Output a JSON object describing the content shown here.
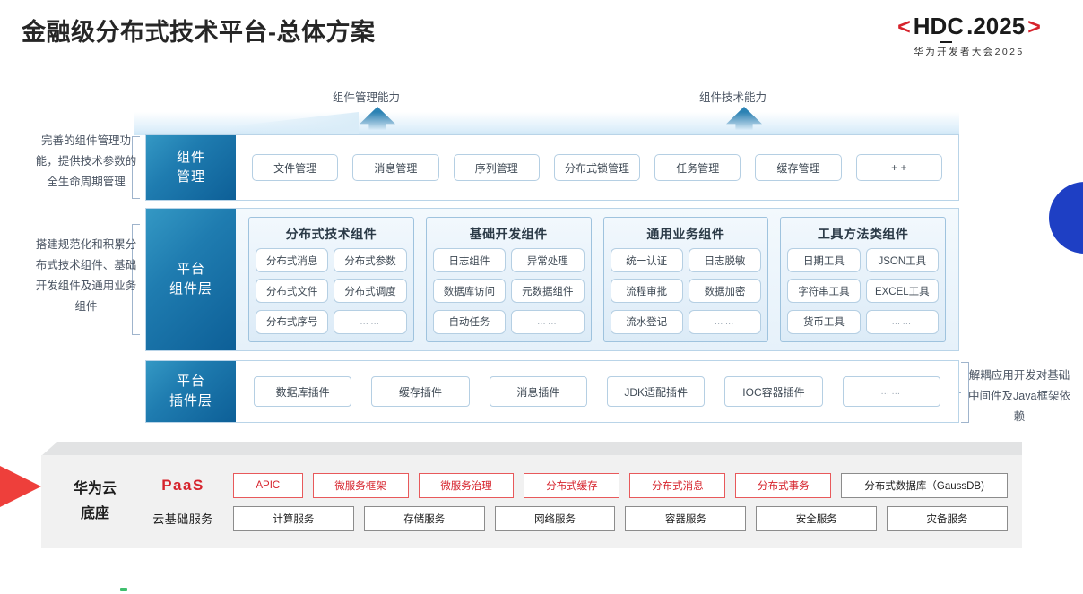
{
  "header": {
    "title": "金融级分布式技术平台-总体方案",
    "logo": {
      "bracket_left": "<",
      "word": "HDC",
      "suffix": ".2025",
      "bracket_right": ">",
      "subtitle": "华为开发者大会2025"
    }
  },
  "arrows": [
    {
      "label": "组件管理能力",
      "name": "component-management-capability"
    },
    {
      "label": "组件技术能力",
      "name": "component-technology-capability"
    }
  ],
  "side_notes": {
    "left_top": "完善的组件管理功能，提供技术参数的全生命周期管理",
    "left_bottom": "搭建规范化和积累分布式技术组件、基础开发组件及通用业务组件",
    "right": "解耦应用开发对基础中间件及Java框架依赖"
  },
  "layers": {
    "management": {
      "label_line1": "组件",
      "label_line2": "管理",
      "chips": [
        "文件管理",
        "消息管理",
        "序列管理",
        "分布式锁管理",
        "任务管理",
        "缓存管理",
        "+ +"
      ]
    },
    "component": {
      "label_line1": "平台",
      "label_line2": "组件层",
      "groups": [
        {
          "title": "分布式技术组件",
          "items": [
            "分布式消息",
            "分布式参数",
            "分布式文件",
            "分布式调度",
            "分布式序号",
            "……"
          ]
        },
        {
          "title": "基础开发组件",
          "items": [
            "日志组件",
            "异常处理",
            "数据库访问",
            "元数据组件",
            "自动任务",
            "……"
          ]
        },
        {
          "title": "通用业务组件",
          "items": [
            "统一认证",
            "日志脱敏",
            "流程审批",
            "数据加密",
            "流水登记",
            "……"
          ]
        },
        {
          "title": "工具方法类组件",
          "items": [
            "日期工具",
            "JSON工具",
            "字符串工具",
            "EXCEL工具",
            "货币工具",
            "……"
          ]
        }
      ]
    },
    "plugin": {
      "label_line1": "平台",
      "label_line2": "插件层",
      "chips": [
        "数据库插件",
        "缓存插件",
        "消息插件",
        "JDK适配插件",
        "IOC容器插件",
        "……"
      ]
    }
  },
  "cloud": {
    "title_line1": "华为云",
    "title_line2": "底座",
    "rows": [
      {
        "label": "PaaS",
        "style": "paas",
        "chips": [
          {
            "text": "APIC",
            "style": "red",
            "size": "narrow"
          },
          {
            "text": "微服务框架",
            "style": "red",
            "size": "normal"
          },
          {
            "text": "微服务治理",
            "style": "red",
            "size": "normal"
          },
          {
            "text": "分布式缓存",
            "style": "red",
            "size": "normal"
          },
          {
            "text": "分布式消息",
            "style": "red",
            "size": "normal"
          },
          {
            "text": "分布式事务",
            "style": "red",
            "size": "normal"
          },
          {
            "text": "分布式数据库（GaussDB)",
            "style": "gray",
            "size": "wide"
          }
        ]
      },
      {
        "label": "云基础服务",
        "style": "cloud",
        "chips": [
          {
            "text": "计算服务",
            "style": "gray",
            "size": "normal"
          },
          {
            "text": "存储服务",
            "style": "gray",
            "size": "normal"
          },
          {
            "text": "网络服务",
            "style": "gray",
            "size": "normal"
          },
          {
            "text": "容器服务",
            "style": "gray",
            "size": "normal"
          },
          {
            "text": "安全服务",
            "style": "gray",
            "size": "normal"
          },
          {
            "text": "灾备服务",
            "style": "gray",
            "size": "normal"
          }
        ]
      }
    ]
  },
  "colors": {
    "brand_red": "#d6232c",
    "brand_blue": "#1f7cb0",
    "accent_circle": "#1e3fc4",
    "slab_gray": "#f1f1f1"
  }
}
